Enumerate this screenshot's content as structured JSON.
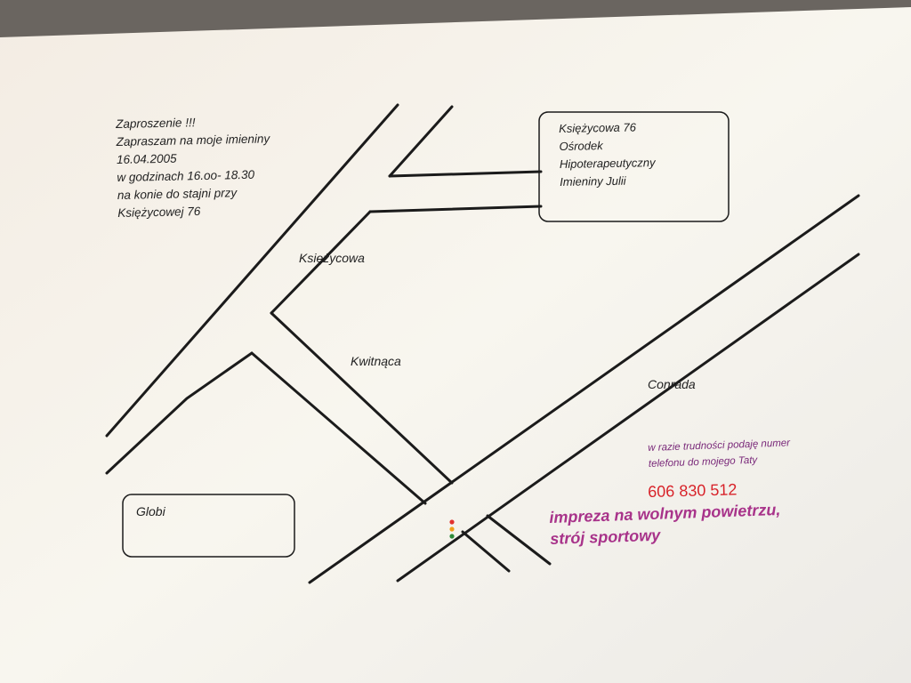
{
  "invitation": {
    "lines": [
      "Zaproszenie !!!",
      "Zapraszam na moje imieniny",
      "16.04.2005",
      "w godzinach 16.oo- 18.30",
      "na konie do stajni przy",
      "Księżycowej 76"
    ]
  },
  "venue": {
    "lines": [
      "Księżycowa 76",
      "Ośrodek",
      "Hipoterapeutyczny",
      "Imieniny  Julii"
    ]
  },
  "streets": {
    "ksiezycowa": "Księżycowa",
    "kwitnaca": "Kwitnąca",
    "conrada": "Conrada"
  },
  "globi": "Globi",
  "contact": {
    "line1": "w razie trudności podaję numer",
    "line2": "telefonu do mojego Taty",
    "phone": "606 830 512"
  },
  "event": {
    "line1": "impreza na wolnym powietrzu,",
    "line2": "strój sportowy"
  },
  "colors": {
    "paper": "#f7f4ee",
    "ink": "#1a1a1a",
    "phone": "#d8232a",
    "accent": "#a8338a",
    "small_text": "#7a2a7a"
  }
}
